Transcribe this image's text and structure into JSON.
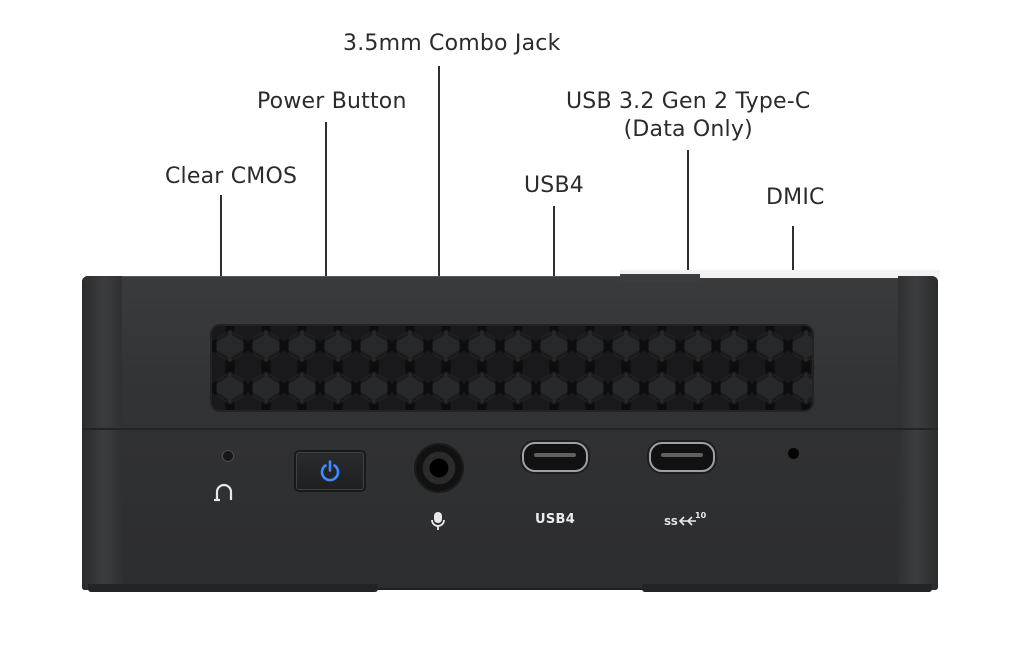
{
  "callouts": {
    "combo_jack": "3.5mm Combo Jack",
    "power_button": "Power Button",
    "usb_c_line1": "USB 3.2 Gen 2 Type-C",
    "usb_c_line2": "(Data Only)",
    "clear_cmos": "Clear CMOS",
    "usb4": "USB4",
    "dmic": "DMIC"
  },
  "device": {
    "usb4_port_label": "USB4",
    "ss_port_label": "SS",
    "ss_port_speed": "10",
    "power_led_color": "#2f7bff",
    "body_color": "#333436"
  }
}
